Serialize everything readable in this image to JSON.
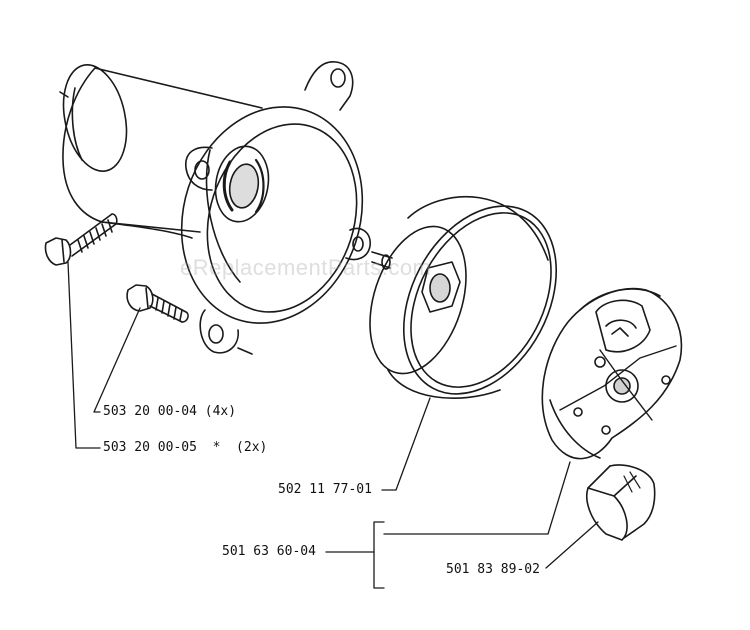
{
  "watermark": "eReplacementParts.com",
  "labels": {
    "screw_4x": "503 20 00-04 (4x)",
    "screw_2x": "503 20 00-05  *  (2x)",
    "drum": "502 11 77-01",
    "clutch_assembly": "501 63 60-04",
    "clutch_shoe": "501 83 89-02"
  },
  "colors": {
    "ink": "#1a1a1a",
    "background": "#ffffff"
  }
}
